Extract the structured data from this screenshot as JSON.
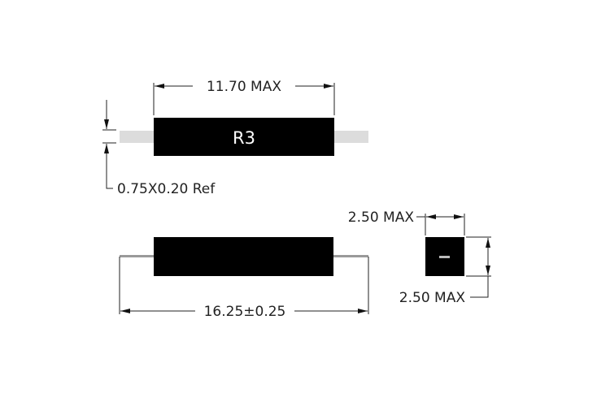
{
  "top_view": {
    "label": "R3",
    "length_dim": "11.70 MAX",
    "lead_dim": "0.75X0.20 Ref"
  },
  "side_view": {
    "overall_dim": "16.25±0.25"
  },
  "end_view": {
    "width_dim": "2.50 MAX",
    "height_dim": "2.50 MAX"
  },
  "colors": {
    "body": "#000000",
    "lead_top": "#dcdcdc",
    "lead_side": "#9a9a9a",
    "dim_line": "#222222"
  }
}
